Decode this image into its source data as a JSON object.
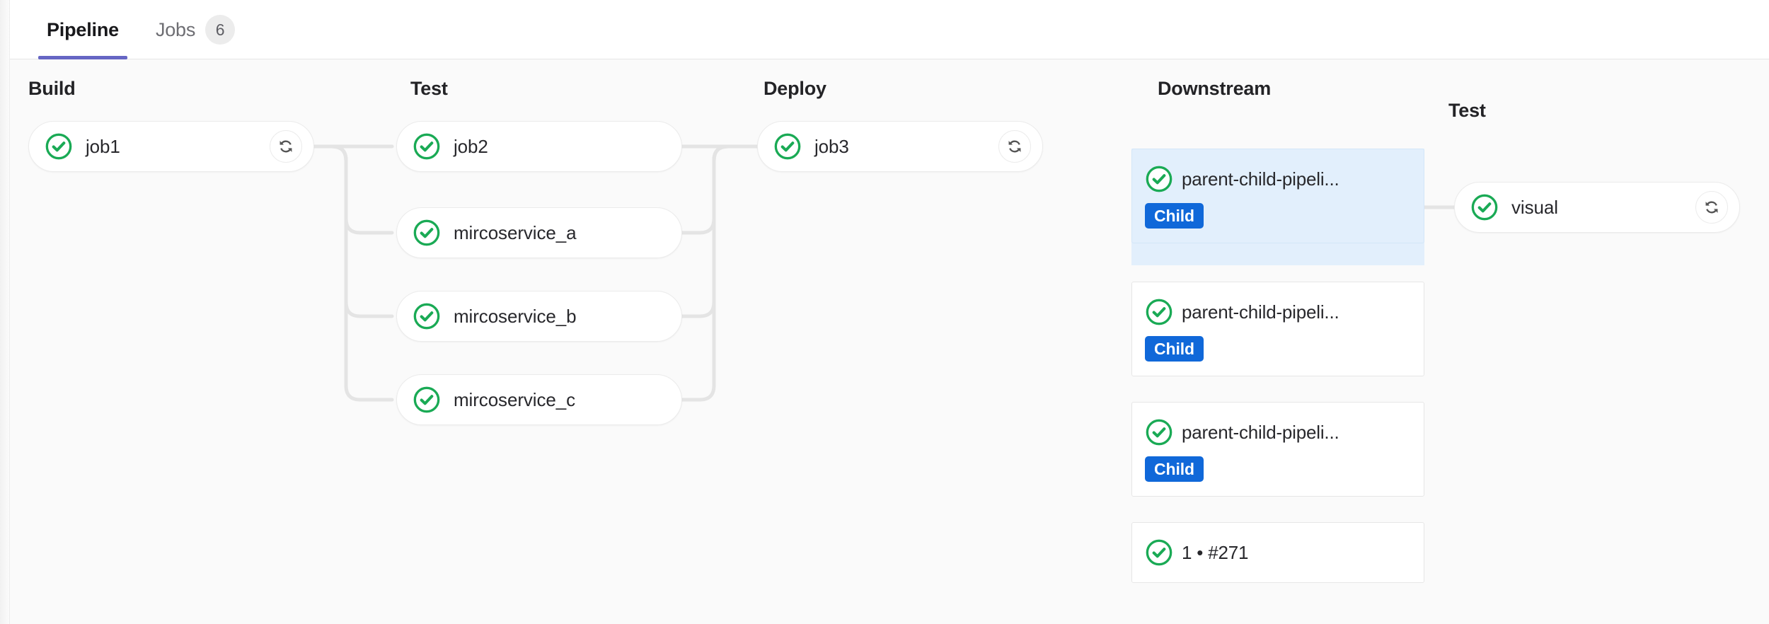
{
  "tabs": [
    {
      "label": "Pipeline",
      "active": true,
      "count": null
    },
    {
      "label": "Jobs",
      "active": false,
      "count": "6"
    }
  ],
  "accent_color": "#6666c4",
  "status_color": "#1aaa55",
  "badge_color": "#1068d9",
  "highlight_color": "#e2effc",
  "page_background": "#fafafa",
  "stages": [
    {
      "name": "Build",
      "title": "Build"
    },
    {
      "name": "Test",
      "title": "Test"
    },
    {
      "name": "Deploy",
      "title": "Deploy"
    },
    {
      "name": "Downstream",
      "title": "Downstream"
    },
    {
      "name": "TestChild",
      "title": "Test"
    }
  ],
  "jobs": {
    "build": [
      {
        "name": "job1",
        "status": "success",
        "status_icon": "check-circle-icon",
        "retry_icon": "retry-icon",
        "has_retry": true
      }
    ],
    "test": [
      {
        "name": "job2",
        "status": "success",
        "status_icon": "check-circle-icon",
        "has_retry": false
      },
      {
        "name": "mircoservice_a",
        "status": "success",
        "status_icon": "check-circle-icon",
        "has_retry": false
      },
      {
        "name": "mircoservice_b",
        "status": "success",
        "status_icon": "check-circle-icon",
        "has_retry": false
      },
      {
        "name": "mircoservice_c",
        "status": "success",
        "status_icon": "check-circle-icon",
        "has_retry": false
      }
    ],
    "deploy": [
      {
        "name": "job3",
        "status": "success",
        "status_icon": "check-circle-icon",
        "retry_icon": "retry-icon",
        "has_retry": true
      }
    ],
    "child_test": [
      {
        "name": "visual",
        "status": "success",
        "status_icon": "check-circle-icon",
        "retry_icon": "retry-icon",
        "has_retry": true
      }
    ]
  },
  "downstream": [
    {
      "title": "parent-child-pipeli...",
      "badge": "Child",
      "status": "success",
      "status_icon": "check-circle-icon",
      "highlighted": true
    },
    {
      "title": "parent-child-pipeli...",
      "badge": "Child",
      "status": "success",
      "status_icon": "check-circle-icon",
      "highlighted": false
    },
    {
      "title": "parent-child-pipeli...",
      "badge": "Child",
      "status": "success",
      "status_icon": "check-circle-icon",
      "highlighted": false
    },
    {
      "title": "1 • #271",
      "badge": null,
      "status": "success",
      "status_icon": "check-circle-icon",
      "highlighted": false
    }
  ]
}
